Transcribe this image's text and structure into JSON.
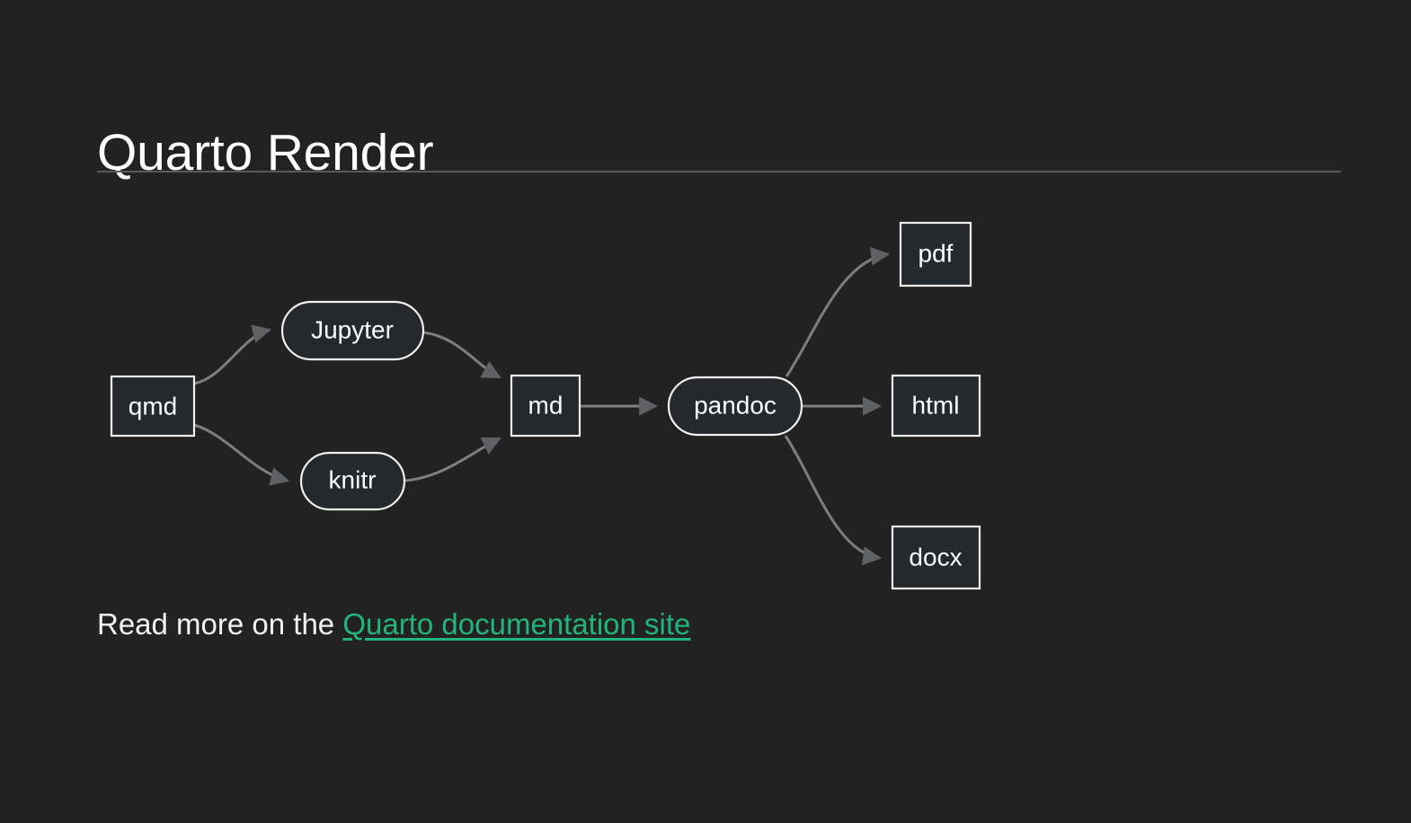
{
  "slide": {
    "title": "Quarto Render",
    "background_color": "#222222",
    "rule_color": "#5a5a5a"
  },
  "diagram": {
    "type": "flowchart",
    "direction": "left-to-right",
    "node_fill": "#25282d",
    "node_stroke": "#f0f0f0",
    "edge_color": "#7e7e7e",
    "nodes": [
      {
        "id": "qmd",
        "label": "qmd",
        "shape": "rect"
      },
      {
        "id": "jupyter",
        "label": "Jupyter",
        "shape": "stadium"
      },
      {
        "id": "knitr",
        "label": "knitr",
        "shape": "stadium"
      },
      {
        "id": "md",
        "label": "md",
        "shape": "rect"
      },
      {
        "id": "pandoc",
        "label": "pandoc",
        "shape": "stadium"
      },
      {
        "id": "pdf",
        "label": "pdf",
        "shape": "rect"
      },
      {
        "id": "html",
        "label": "html",
        "shape": "rect"
      },
      {
        "id": "docx",
        "label": "docx",
        "shape": "rect"
      }
    ],
    "edges": [
      {
        "from": "qmd",
        "to": "jupyter"
      },
      {
        "from": "qmd",
        "to": "knitr"
      },
      {
        "from": "jupyter",
        "to": "md"
      },
      {
        "from": "knitr",
        "to": "md"
      },
      {
        "from": "md",
        "to": "pandoc"
      },
      {
        "from": "pandoc",
        "to": "pdf"
      },
      {
        "from": "pandoc",
        "to": "html"
      },
      {
        "from": "pandoc",
        "to": "docx"
      }
    ]
  },
  "footer": {
    "lead_text": "Read more on the ",
    "link_text": "Quarto documentation site",
    "link_color": "#22b47e"
  }
}
